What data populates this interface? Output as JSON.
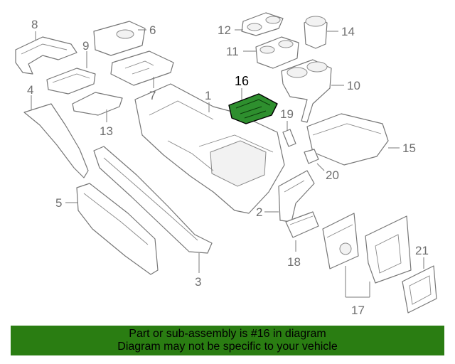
{
  "callouts": {
    "c1": "1",
    "c2": "2",
    "c3": "3",
    "c4": "4",
    "c5": "5",
    "c6": "6",
    "c7": "7",
    "c8": "8",
    "c9": "9",
    "c10": "10",
    "c11": "11",
    "c12": "12",
    "c13": "13",
    "c14": "14",
    "c15": "15",
    "c16": "16",
    "c17": "17",
    "c18": "18",
    "c19": "19",
    "c20": "20",
    "c21": "21"
  },
  "highlighted_part": "16",
  "colors": {
    "highlight": "#2e8f2e",
    "banner": "#2a7d12",
    "line": "#777777"
  },
  "banner": {
    "line1": "Part or sub-assembly is #16 in diagram",
    "line2": "Diagram may not be specific to your vehicle"
  }
}
